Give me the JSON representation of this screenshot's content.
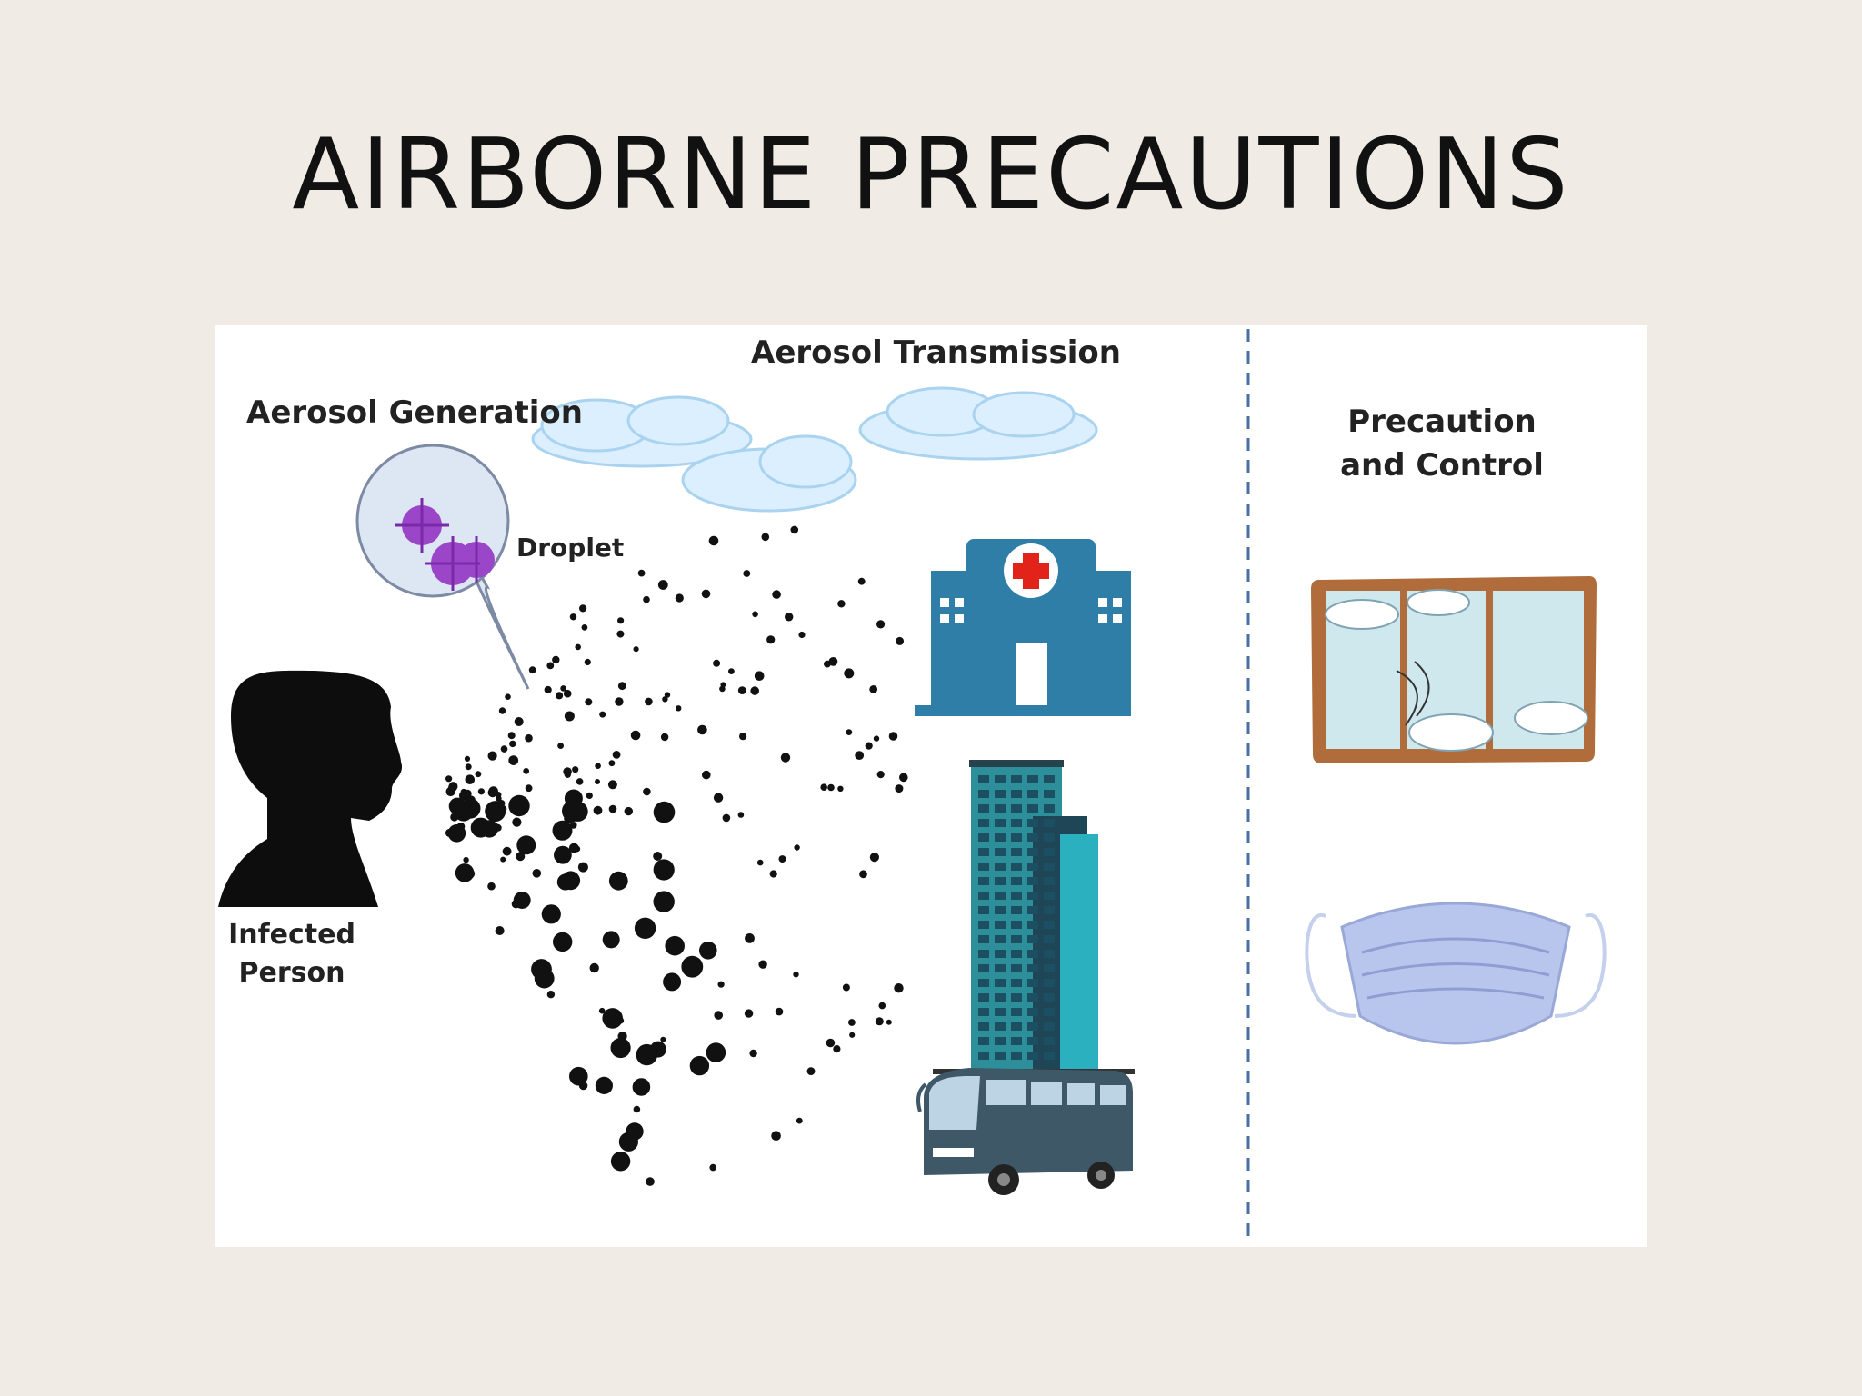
{
  "slide": {
    "title": "AIRBORNE PRECAUTIONS"
  },
  "diagram": {
    "aerosol_transmission": "Aerosol Transmission",
    "aerosol_generation": "Aerosol Generation",
    "droplet": "Droplet",
    "infected_person_line1": "Infected",
    "infected_person_line2": "Person",
    "precaution_line1": "Precaution",
    "precaution_line2": "and Control"
  },
  "colors": {
    "hospital": "#2e7ea8",
    "building": "#2c8f9a",
    "bus": "#3e5868",
    "virus": "#9b45c9",
    "window_frame": "#b06c3a",
    "mask": "#b8c6ee",
    "cloud": "#c9e4f4",
    "divider": "#4a6fa5"
  }
}
